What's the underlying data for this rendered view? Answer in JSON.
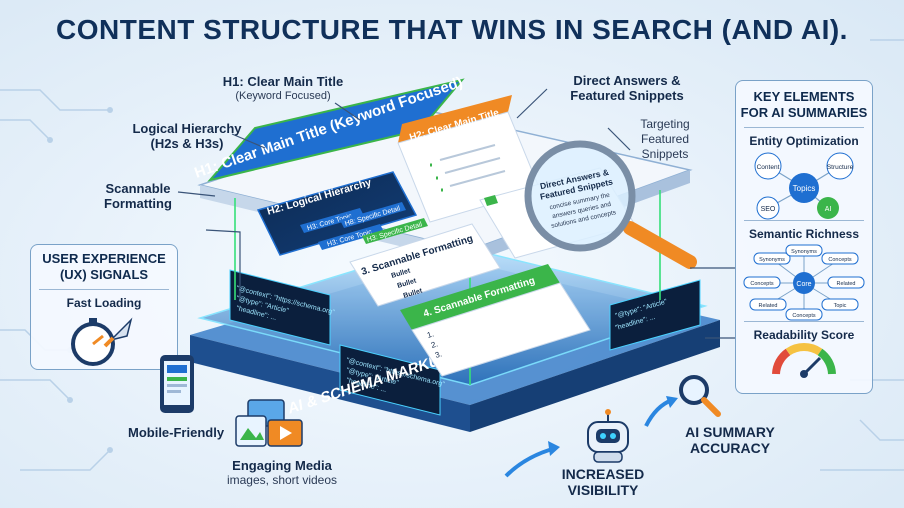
{
  "title": "CONTENT STRUCTURE THAT WINS IN SEARCH (AND AI).",
  "callouts": {
    "h1_title": "H1: Clear Main Title",
    "h1_sub": "(Keyword Focused)",
    "logical_hierarchy": "Logical Hierarchy",
    "logical_hierarchy_sub": "(H2s & H3s)",
    "scannable": "Scannable",
    "formatting": "Formatting",
    "direct_answers": "Direct Answers &",
    "featured_snippets": "Featured Snippets",
    "targeting_1": "Targeting",
    "targeting_2": "Featured",
    "targeting_3": "Snippets"
  },
  "stack": {
    "h1_card": "H1: Clear Main Title (Keyword Focused)",
    "h2_card": "H2: Clear Main Title",
    "h2_logical": "H2: Logical Hierarchy",
    "h3_core": "H3: Core Topic",
    "h3_specific": "H8: Specific Detail",
    "h3_core2": "H3: Core Topic",
    "h3_specific2": "H3: Specific Detail",
    "scan3": "3. Scannable Formatting",
    "bullet": "Bullet",
    "scan4": "4. Scannable Formatting",
    "list_1": "1.",
    "list_2": "2.",
    "list_3": "3.",
    "snip_1": "Direct Answers &",
    "snip_2": "Featured Snippets",
    "snip_3": "concise summary the",
    "snip_4": "answers queries and",
    "snip_5": "solutions and concepts",
    "schema_layer": "AI & SCHEMA MARKUP LAYER",
    "code_1": "\"@context\": \"https://schema.org\"",
    "code_2": "\"@type\": \"Article\"",
    "code_3": "\"headline\": ..."
  },
  "ux": {
    "head_1": "USER EXPERIENCE",
    "head_2": "(UX) SIGNALS",
    "fast_loading": "Fast Loading",
    "mobile_friendly": "Mobile-Friendly",
    "engaging_media": "Engaging Media",
    "engaging_media_sub": "images, short videos"
  },
  "bottom": {
    "increased_1": "INCREASED",
    "increased_2": "VISIBILITY",
    "accuracy_1": "AI SUMMARY",
    "accuracy_2": "ACCURACY"
  },
  "key_elements": {
    "head_1": "KEY ELEMENTS",
    "head_2": "FOR AI SUMMARIES",
    "entity": "Entity Optimization",
    "semantic": "Semantic Richness",
    "readability": "Readability Score",
    "entity_nodes": [
      "Content",
      "Structure",
      "Topics",
      "SEO",
      "AI"
    ],
    "semantic_nodes": [
      "Synonyms",
      "Synonyms",
      "Concepts",
      "Concepts",
      "Core",
      "Related",
      "Related",
      "Topic",
      "Concepts"
    ]
  },
  "colors": {
    "navy": "#10305a",
    "blue": "#1f6fd1",
    "green": "#3bb54a",
    "orange": "#f08a24",
    "cyan": "#3fd2ff"
  }
}
